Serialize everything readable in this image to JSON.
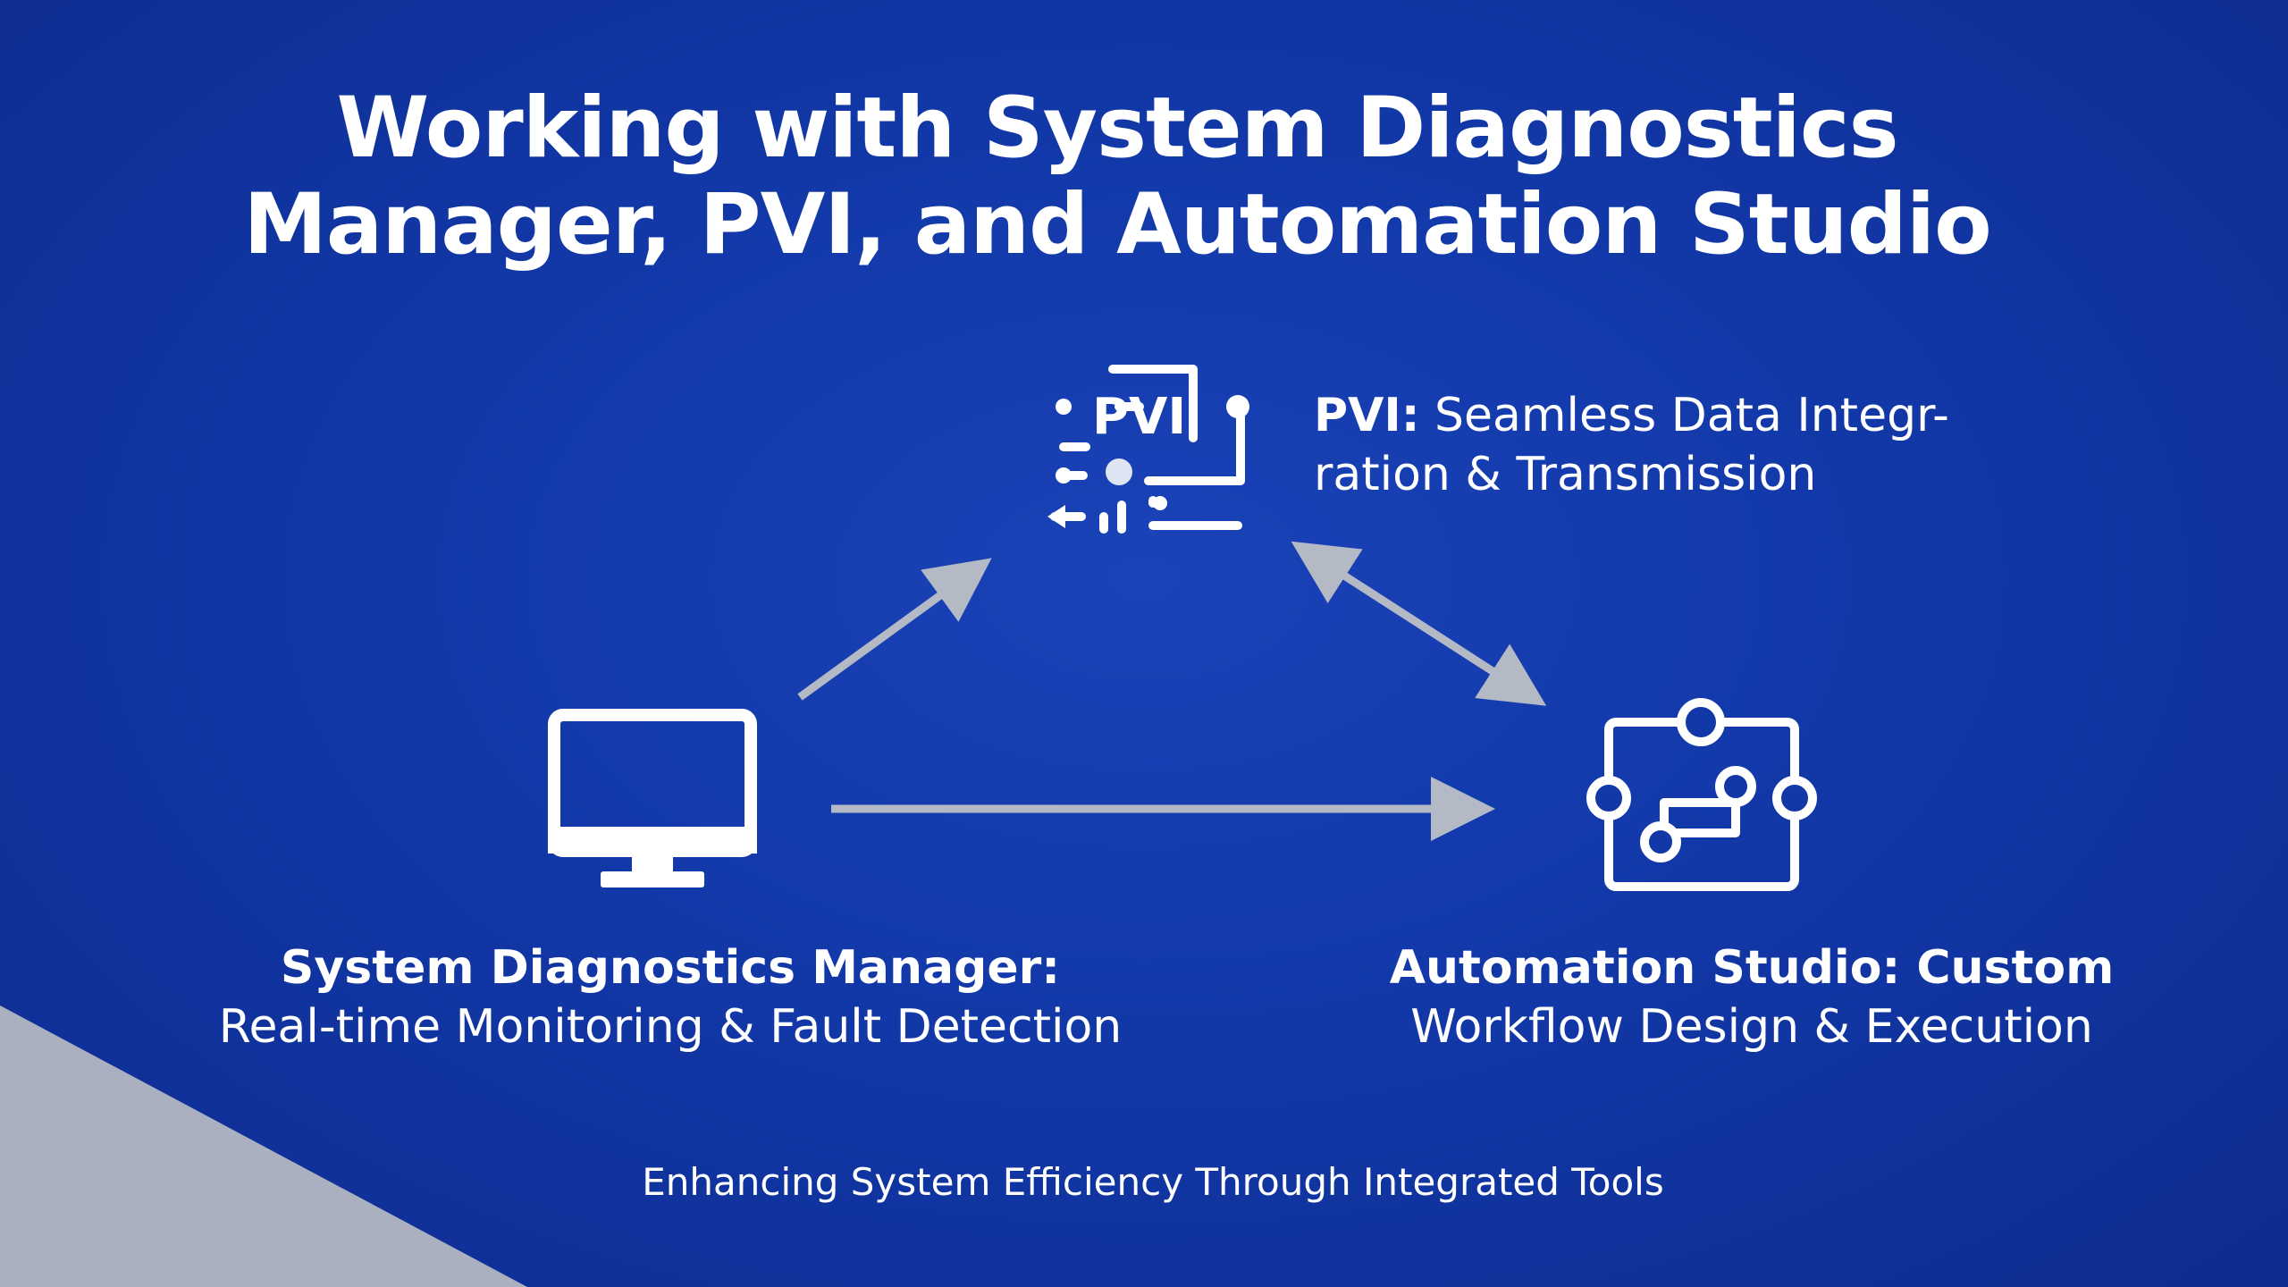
{
  "slide": {
    "title": "Working with System Diagnostics Manager, PVI, and Automation Studio",
    "footer": "Enhancing System Efficiency Through Integrated Tools"
  },
  "nodes": {
    "pvi": {
      "icon": "pvi-circuit-icon",
      "icon_text": "PVI",
      "label_strong": "PVI:",
      "label_rest_1": " Seamless Data Integr-",
      "label_rest_2": "ration & Transmission"
    },
    "sdm": {
      "icon": "monitor-icon",
      "label_line1": "System Diagnostics Manager:",
      "label_line2": "Real-time Monitoring & Fault Detection"
    },
    "as": {
      "icon": "workflow-icon",
      "label_line1": "Automation Studio: Custom",
      "label_line2": "Workflow Design & Execution"
    }
  },
  "connections": [
    {
      "from": "sdm",
      "to": "pvi",
      "direction": "one-way"
    },
    {
      "from": "pvi",
      "to": "as",
      "direction": "two-way"
    },
    {
      "from": "sdm",
      "to": "as",
      "direction": "one-way"
    }
  ],
  "colors": {
    "background": "#1238a8",
    "text": "#ffffff",
    "arrow": "#b4b9c6",
    "corner": "#b9bcc4"
  }
}
